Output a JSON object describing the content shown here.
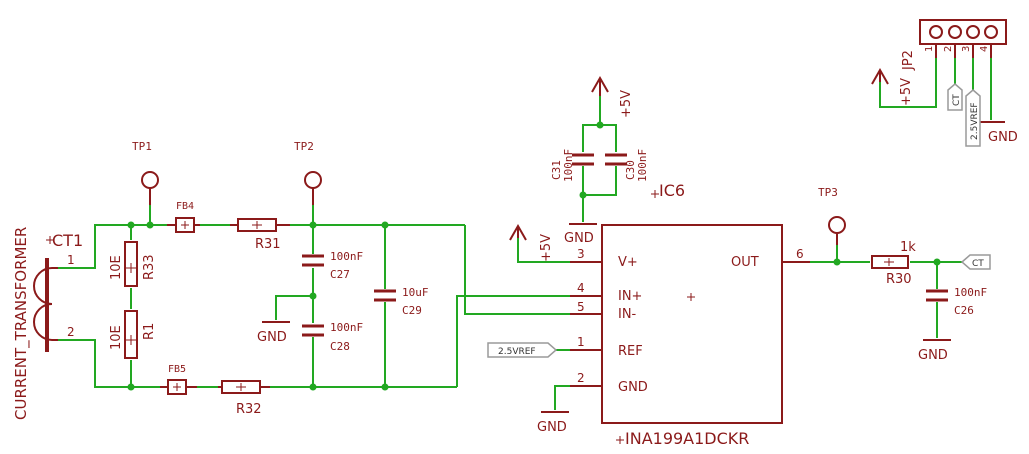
{
  "ct1": {
    "name": "CT1",
    "value": "CURRENT_TRANSFORMER",
    "pin1": "1",
    "pin2": "2"
  },
  "tp1": {
    "name": "TP1"
  },
  "tp2": {
    "name": "TP2"
  },
  "tp3": {
    "name": "TP3"
  },
  "fb4": {
    "name": "FB4"
  },
  "fb5": {
    "name": "FB5"
  },
  "r31": {
    "name": "R31"
  },
  "r32": {
    "name": "R32"
  },
  "r33": {
    "name": "R33",
    "value": "10E"
  },
  "r1": {
    "name": "R1",
    "value": "10E"
  },
  "r30": {
    "name": "R30",
    "value": "1k"
  },
  "c27": {
    "name": "C27",
    "value": "100nF"
  },
  "c28": {
    "name": "C28",
    "value": "100nF"
  },
  "c29": {
    "name": "C29",
    "value": "10uF"
  },
  "c30": {
    "name": "C30",
    "value": "100nF"
  },
  "c31": {
    "name": "C31",
    "value": "100nF"
  },
  "c26": {
    "name": "C26",
    "value": "100nF"
  },
  "ic6": {
    "name": "IC6",
    "part": "INA199A1DCKR",
    "pins": [
      {
        "num": "3",
        "label": "V+"
      },
      {
        "num": "4",
        "label": "IN+"
      },
      {
        "num": "5",
        "label": "IN-"
      },
      {
        "num": "1",
        "label": "REF"
      },
      {
        "num": "2",
        "label": "GND"
      },
      {
        "num": "6",
        "label": "OUT"
      }
    ]
  },
  "jp2": {
    "name": "JP2",
    "pins": [
      "1",
      "2",
      "3",
      "4"
    ]
  },
  "nets": {
    "gnd": "GND",
    "vcc": "+5V",
    "vref": "2.5VREF",
    "ct": "CT"
  }
}
